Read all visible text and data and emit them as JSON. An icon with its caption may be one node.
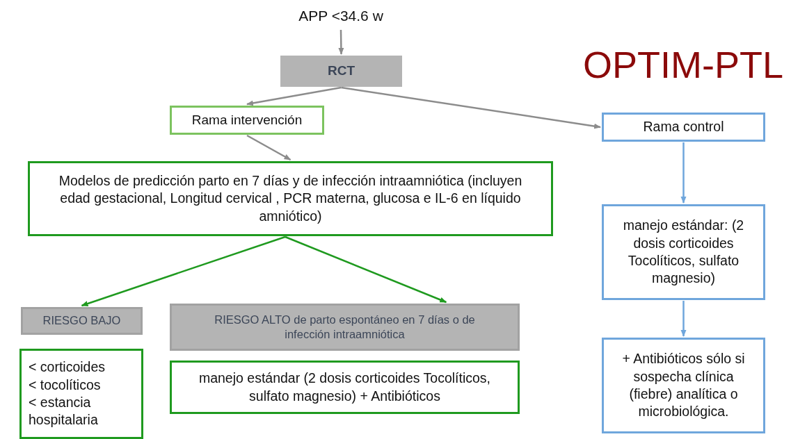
{
  "diagram": {
    "title": "OPTIM-PTL",
    "nodes": [
      {
        "text": [
          "APP <34.6 w"
        ]
      },
      {
        "text": [
          "RCT"
        ]
      },
      {
        "text": [
          "Rama intervención"
        ]
      },
      {
        "text": [
          "Rama control"
        ]
      },
      {
        "text": [
          "Modelos de predicción parto en 7 días y de infección intraamniótica (incluyen edad gestacional, Longitud cervical , PCR materna, glucosa e IL-6 en líquido amniótico)"
        ]
      },
      {
        "text": [
          "RIESGO BAJO"
        ]
      },
      {
        "text": [
          "RIESGO ALTO de parto espontáneo en 7 días o de infección intraamniótica"
        ]
      },
      {
        "text": [
          "< corticoides",
          "< tocolíticos",
          "< estancia hospitalaria"
        ]
      },
      {
        "text": [
          "manejo estándar (2 dosis corticoides Tocolíticos, sulfato magnesio) + Antibióticos"
        ]
      },
      {
        "text": [
          "manejo estándar: (2 dosis corticoides Tocolíticos, sulfato magnesio)"
        ]
      },
      {
        "text": [
          "+ Antibióticos sólo si sospecha clínica (fiebre) analítica o microbiológica."
        ]
      }
    ],
    "edges": [
      {
        "from": 0,
        "to": 1,
        "arrow": "to"
      },
      {
        "from": 1,
        "to": 2,
        "arrow": "to"
      },
      {
        "from": 1,
        "to": 3,
        "arrow": "to"
      },
      {
        "from": 2,
        "to": 4,
        "arrow": "to"
      },
      {
        "from": 4,
        "to": 5,
        "arrow": "to",
        "color": "#1f9a1f"
      },
      {
        "from": 4,
        "to": 6,
        "arrow": "to",
        "color": "#1f9a1f"
      },
      {
        "from": 3,
        "to": 9,
        "arrow": "to",
        "color": "#6fa6dc"
      },
      {
        "from": 9,
        "to": 10,
        "arrow": "to",
        "color": "#6fa6dc"
      }
    ]
  }
}
